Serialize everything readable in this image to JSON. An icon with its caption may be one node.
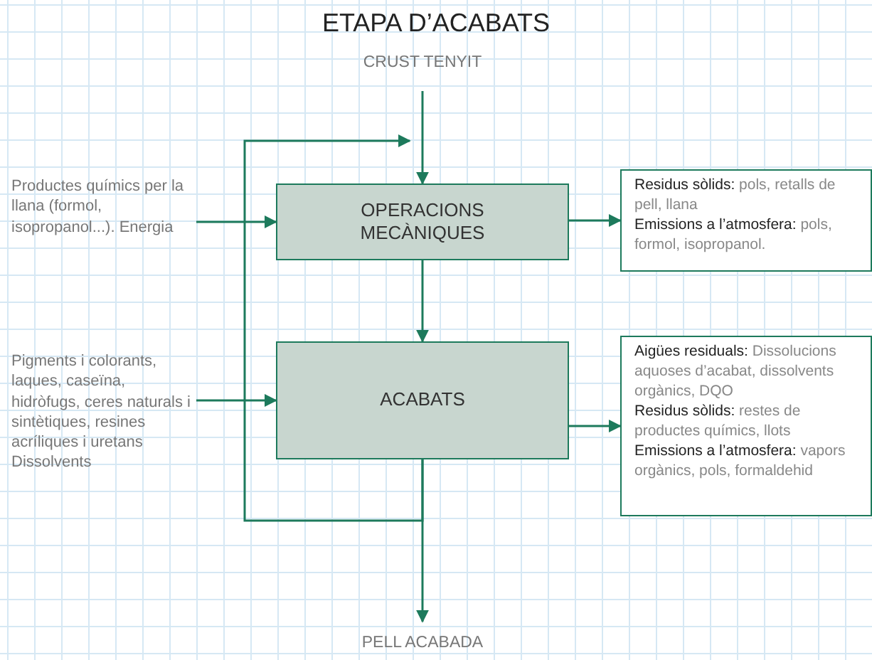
{
  "diagram": {
    "title": "ETAPA D’ACABATS",
    "nodes": [
      {
        "text": [
          "CRUST TENYIT"
        ]
      },
      {
        "text": [
          "OPERACIONS MECÀNIQUES"
        ]
      },
      {
        "text": [
          "ACABATS"
        ]
      },
      {
        "text": [
          "Productes químics per la llana (formol, isopropanol...). Energia"
        ]
      },
      {
        "text": [
          "Pigments i colorants, laques, caseïna, hidròfugs, ceres naturals i sintètiques, resines acríliques i uretans Dissolvents"
        ]
      },
      {
        "text": [
          "**Residus sòlids:** pols, retalls de pell, llana",
          "**Emissions a l’atmosfera:** pols, formol, isopropanol."
        ]
      },
      {
        "text": [
          "**Aigües residuals:** Dissolucions aquoses d’acabat, dissolvents orgànics, DQO",
          "**Residus sòlids:** restes de productes químics, llots",
          "**Emissions a l’atmosfera:** vapors orgànics, pols, formaldehid"
        ]
      },
      {
        "text": [
          "PELL ACABADA"
        ]
      }
    ],
    "edges": [
      {
        "from": 0,
        "to": 1,
        "arrow": "to"
      },
      {
        "from": 3,
        "to": 1,
        "arrow": "to"
      },
      {
        "from": 1,
        "to": 5,
        "arrow": "to"
      },
      {
        "from": 1,
        "to": 2,
        "arrow": "to"
      },
      {
        "from": 4,
        "to": 2,
        "arrow": "to"
      },
      {
        "from": 2,
        "to": 6,
        "arrow": "to"
      },
      {
        "from": 2,
        "to": 7,
        "arrow": "to"
      },
      {
        "from": 2,
        "to": 1,
        "arrow": "to"
      }
    ]
  }
}
